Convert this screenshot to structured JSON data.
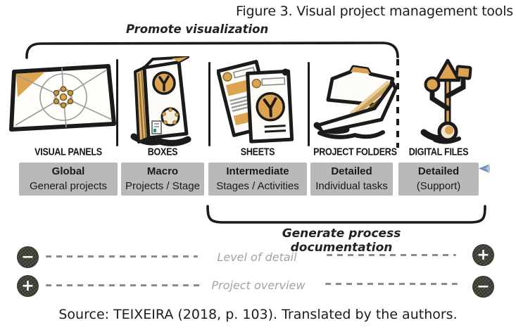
{
  "figure": {
    "title": "Figure 3. Visual project management tools",
    "source_line": "Source: TEIXEIRA (2018, p. 103). Translated by the authors."
  },
  "brackets": {
    "top": "Promote visualization",
    "bottom": "Generate process documentation"
  },
  "tools": [
    {
      "label": "VISUAL PANELS",
      "level": "Global",
      "scope": "General projects",
      "icon": "visual-panel-icon"
    },
    {
      "label": "BOXES",
      "level": "Macro",
      "scope": "Projects / Stage",
      "icon": "box-icon"
    },
    {
      "label": "SHEETS",
      "level": "Intermediate",
      "scope": "Stages / Activities",
      "icon": "sheets-icon"
    },
    {
      "label": "PROJECT FOLDERS",
      "level": "Detailed",
      "scope": "Individual tasks",
      "icon": "project-folder-icon"
    },
    {
      "label": "DIGITAL FILES",
      "level": "Detailed",
      "scope": "(Support)",
      "icon": "usb-icon"
    }
  ],
  "scales": [
    {
      "label": "Level of detail",
      "left_symbol": "−",
      "right_symbol": "+"
    },
    {
      "label": "Project overview",
      "left_symbol": "+",
      "right_symbol": "−"
    }
  ],
  "colors": {
    "accent_orange": "#DCA351",
    "gray_box": "#B9B9B9",
    "button_dark": "#45443A",
    "scale_text_gray": "#A3A3A3",
    "cursor_blue": "#5E86B0"
  }
}
